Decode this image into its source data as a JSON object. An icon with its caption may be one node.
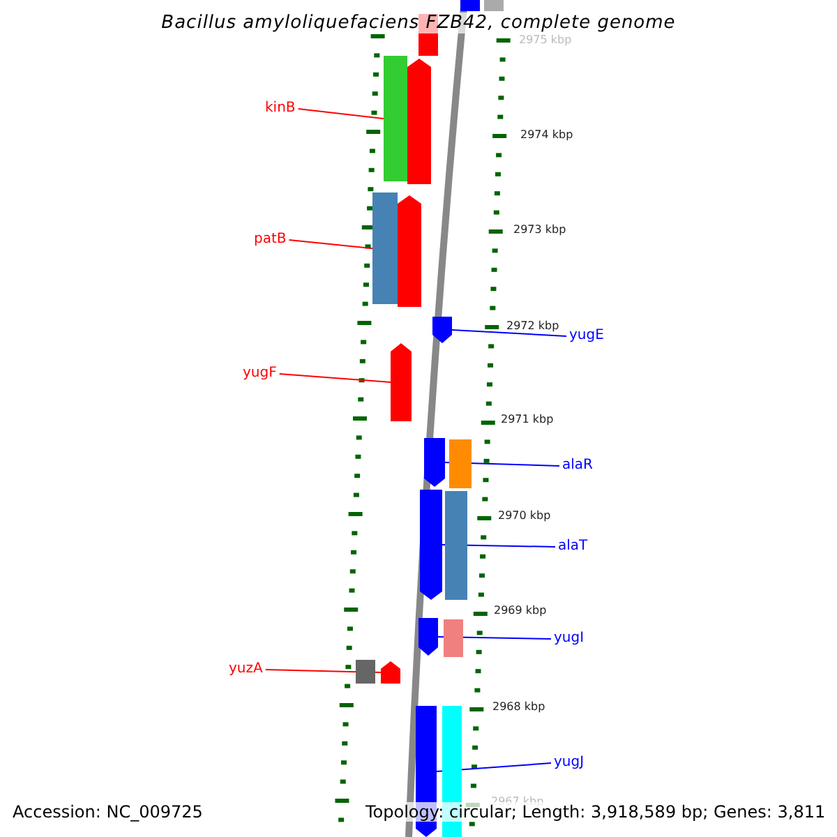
{
  "diagram": {
    "title": "Bacillus amyloliquefaciens FZB42, complete genome",
    "nodes": [
      {
        "text": [
          "kinB"
        ]
      },
      {
        "text": [],
        "shape": "arrow"
      },
      {
        "text": [
          "patB"
        ]
      },
      {
        "text": [],
        "shape": "arrow"
      },
      {
        "text": [
          "yugE"
        ]
      },
      {
        "text": [],
        "shape": "arrow"
      },
      {
        "text": [
          "yugF"
        ]
      },
      {
        "text": [],
        "shape": "arrow"
      },
      {
        "text": [
          "alaR"
        ]
      },
      {
        "text": [],
        "shape": "arrow"
      },
      {
        "text": [
          "alaT"
        ]
      },
      {
        "text": [],
        "shape": "arrow"
      },
      {
        "text": [
          "yugI"
        ]
      },
      {
        "text": [],
        "shape": "arrow"
      },
      {
        "text": [
          "yuzA"
        ]
      },
      {
        "text": [],
        "shape": "arrow"
      },
      {
        "text": [
          "yugJ"
        ]
      },
      {
        "text": [],
        "shape": "arrow"
      },
      {
        "text": [],
        "shape": "bar"
      },
      {
        "text": [],
        "shape": "bar"
      },
      {
        "text": [],
        "shape": "bar"
      },
      {
        "text": [],
        "shape": "bar"
      },
      {
        "text": [],
        "shape": "bar"
      },
      {
        "text": [],
        "shape": "bar"
      },
      {
        "text": [],
        "shape": "bar"
      },
      {
        "text": [],
        "shape": "bar"
      },
      {
        "text": [],
        "shape": "bar"
      },
      {
        "text": [],
        "shape": "bar"
      }
    ],
    "edges": [
      {
        "from": 0,
        "to": 1,
        "arrow": "none",
        "color": "#ff0000"
      },
      {
        "from": 2,
        "to": 3,
        "arrow": "none",
        "color": "#ff0000"
      },
      {
        "from": 4,
        "to": 5,
        "arrow": "none"
      },
      {
        "from": 6,
        "to": 7,
        "arrow": "none",
        "color": "#ff0000"
      },
      {
        "from": 8,
        "to": 9,
        "arrow": "none"
      },
      {
        "from": 10,
        "to": 11,
        "arrow": "none"
      },
      {
        "from": 12,
        "to": 13,
        "arrow": "none"
      },
      {
        "from": 14,
        "to": 15,
        "arrow": "none",
        "color": "#ff0000"
      },
      {
        "from": 16,
        "to": 17,
        "arrow": "none"
      }
    ],
    "labels": [
      "2975 kbp",
      "2974 kbp",
      "2973 kbp",
      "2972 kbp",
      "2971 kbp",
      "2970 kbp",
      "2969 kbp",
      "2968 kbp",
      "2967 kbp",
      "Accession: NC_009725",
      "Topology: circular; Length: 3,918,589 bp; Genes: 3,811"
    ]
  }
}
